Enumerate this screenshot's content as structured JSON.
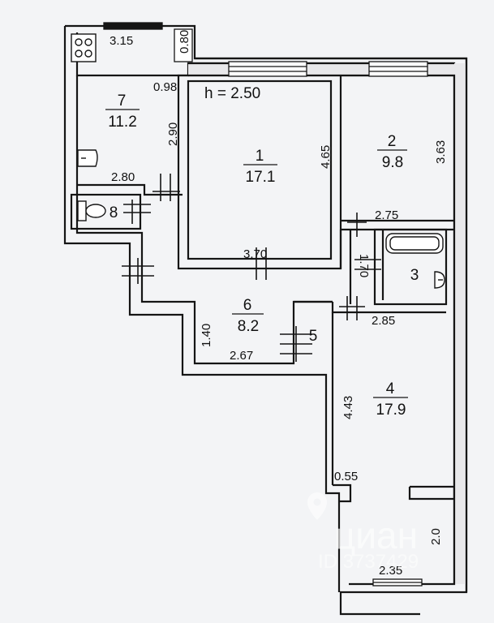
{
  "ceiling_height": "h = 2.50",
  "rooms": [
    {
      "number": "1",
      "area": "17.1"
    },
    {
      "number": "2",
      "area": "9.8"
    },
    {
      "number": "3",
      "area": ""
    },
    {
      "number": "4",
      "area": "17.9"
    },
    {
      "number": "5",
      "area": ""
    },
    {
      "number": "6",
      "area": "8.2"
    },
    {
      "number": "7",
      "area": "11.2"
    },
    {
      "number": "8",
      "area": ""
    }
  ],
  "dimensions": {
    "kitchen_top": "3.15",
    "kitchen_balcony": "0.80",
    "kitchen_door": "0.98",
    "kitchen_side": "2.90",
    "kitchen_bottom": "2.80",
    "room1_side": "4.65",
    "room1_bottom": "3.70",
    "room2_side": "3.63",
    "room2_bottom": "2.75",
    "bath_side": "1.70",
    "hall_side": "1.40",
    "hall_bottom": "2.67",
    "room4_top": "2.85",
    "room4_side": "4.43",
    "room4_jog": "0.55",
    "room4_bottom": "2.35",
    "room4_niche": "2.0"
  },
  "watermark": {
    "brand": "циан",
    "id": "ID 3737429"
  },
  "colors": {
    "background": "#f3f4f6",
    "wall": "#151515",
    "wall_fill": "#e8e8ea",
    "watermark": "#ffffff"
  }
}
